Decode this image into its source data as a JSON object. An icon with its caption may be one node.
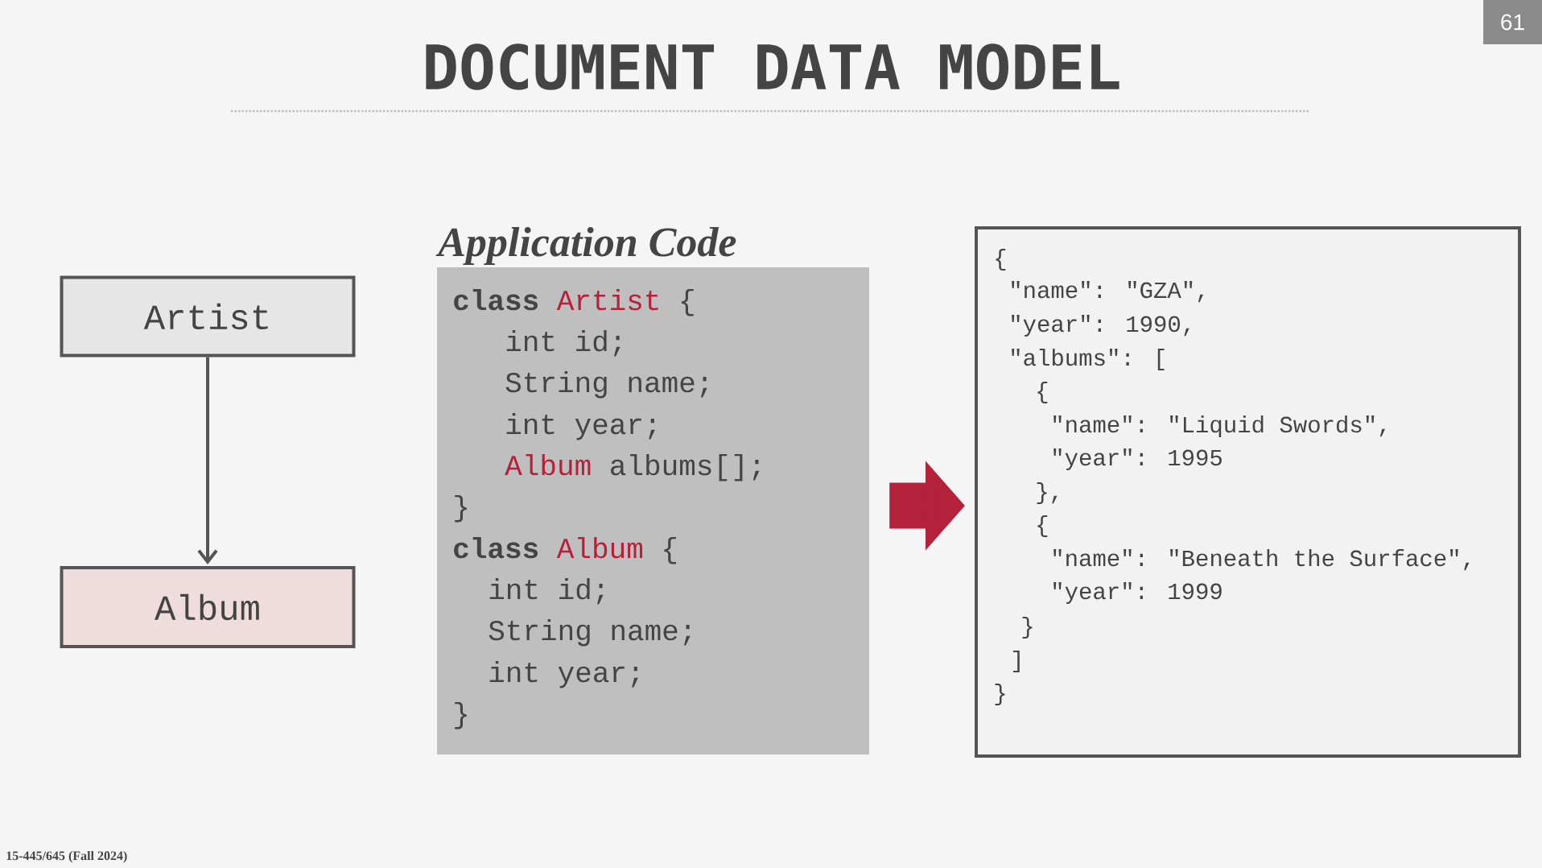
{
  "diagram": {
    "title": "DOCUMENT DATA MODEL",
    "nodes": [
      {
        "text": [
          "Artist"
        ]
      },
      {
        "text": [
          "Album"
        ]
      },
      {
        "text": [
          "Application Code",
          "class",
          "Artist",
          "{",
          "int id;",
          "String name;",
          "int year;",
          "Album",
          "albums[];",
          "}",
          "class",
          "Album",
          "{",
          "int id;",
          "String name;",
          "int year;",
          "}"
        ]
      },
      {
        "text": [
          "{",
          "\"name\": \"GZA\",",
          "\"year\": 1990,",
          "\"albums\": [",
          "{",
          "\"name\": \"Liquid Swords\",",
          "\"year\": 1995",
          "},",
          "{",
          "\"name\": \"Beneath the Surface\",",
          "\"year\": 1999",
          "}",
          "]",
          "}"
        ]
      }
    ],
    "edges": [
      {
        "from": 0,
        "to": 1,
        "arrow": "to"
      },
      {
        "from": 2,
        "to": 3,
        "arrow": "to",
        "style": "thick",
        "color": "#b5213a"
      }
    ],
    "labels": [
      "61",
      "15-445/645 (Fall 2024)"
    ]
  }
}
